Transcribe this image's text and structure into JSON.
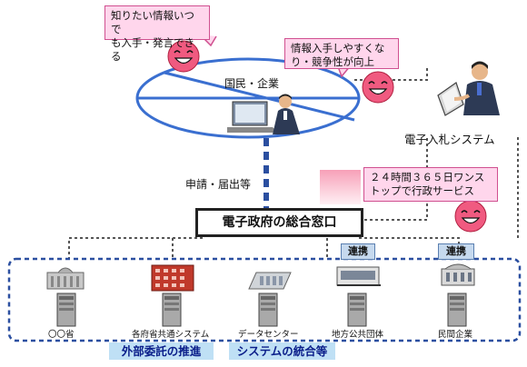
{
  "bubbles": {
    "top_left": "知りたい情報いつで\nも入手・発言できる",
    "top_right": "情報入手しやすくな\nり・競争性が向上",
    "middle_right": "２４時間３６５日ワンス\nトップで行政サービス"
  },
  "labels": {
    "citizens": "国民・企業",
    "bidding_system": "電子入札システム",
    "application": "申請・届出等",
    "portal": "電子政府の総合窓口"
  },
  "tags": [
    "連携",
    "連携"
  ],
  "bottom_nodes": [
    "〇〇省",
    "各府省共通システム",
    "データセンター",
    "地方公共団体",
    "民間企業"
  ],
  "bottom_labels": [
    "外部委託の推進",
    "システムの統合等"
  ],
  "colors": {
    "bubble_fill": "#ffd6ec",
    "ellipse": "#3a6fd0",
    "dashed_line": "#2b4fa0",
    "tag_fill": "#c6d9ee",
    "bottom_label_fill": "#bfe0f5",
    "bottom_label_text": "#0a1e8a"
  }
}
